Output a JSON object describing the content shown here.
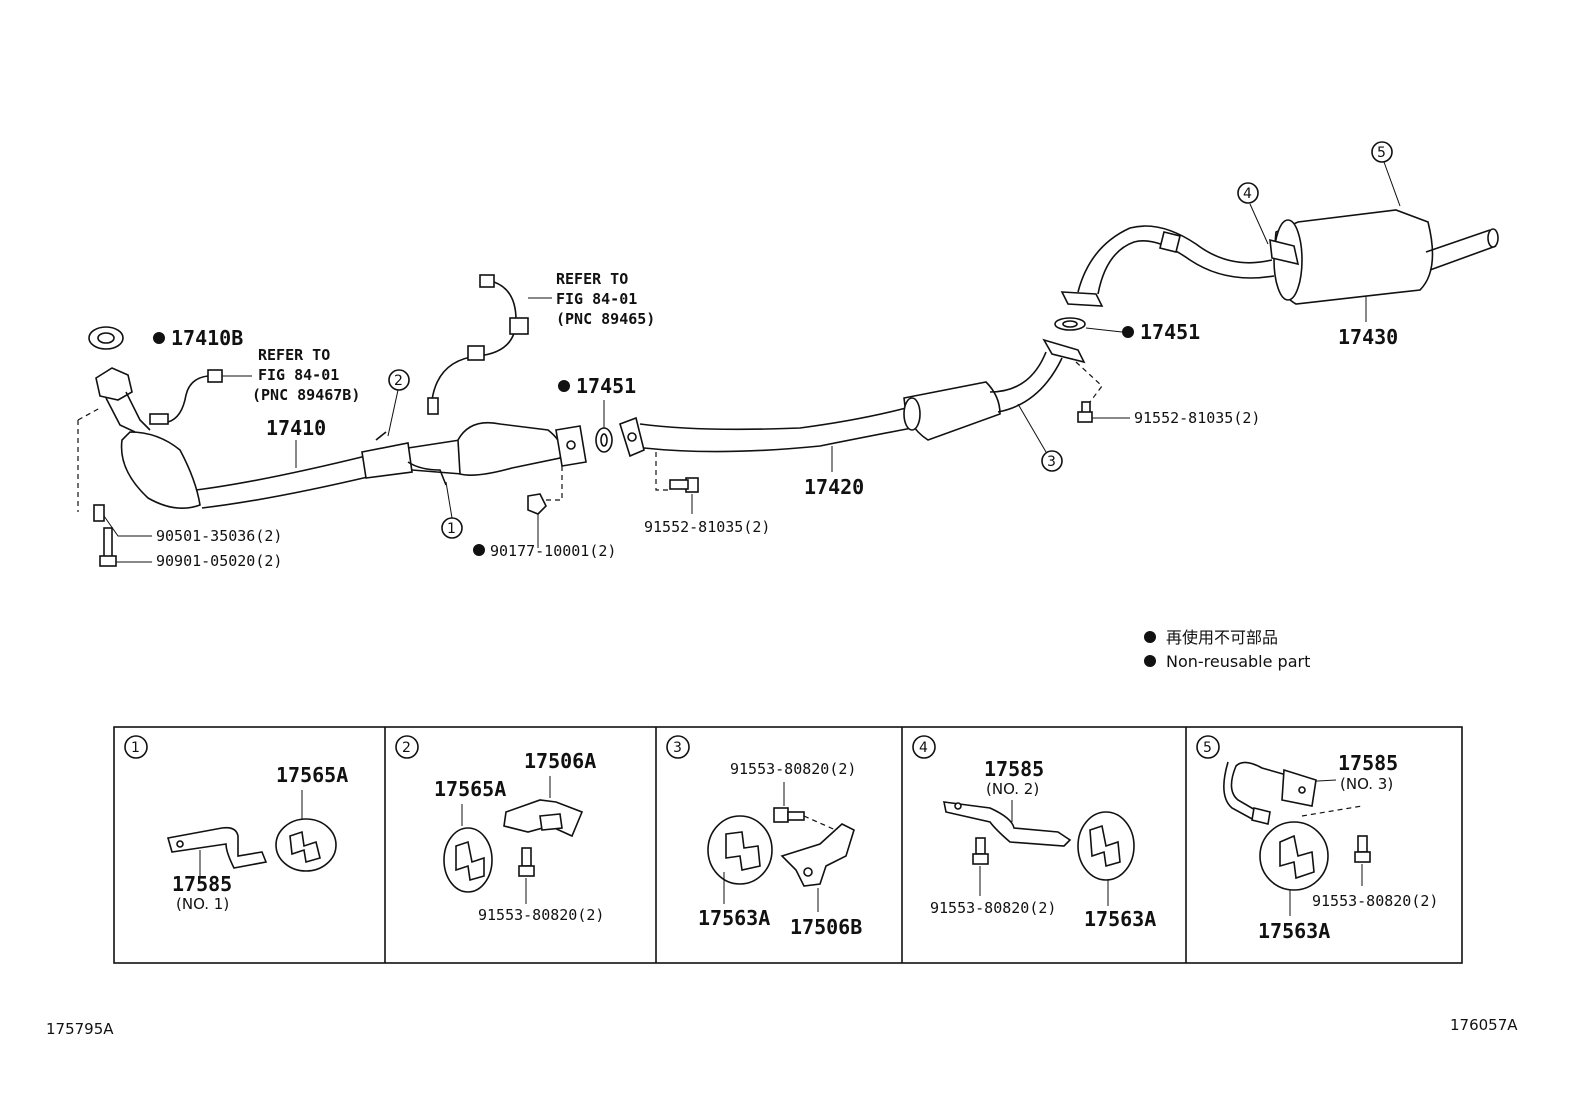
{
  "labels": {
    "p17410B": "17410B",
    "p17410": "17410",
    "p17451a": "17451",
    "p17451b": "17451",
    "p17420": "17420",
    "p17430": "17430",
    "p90501": "90501-35036(2)",
    "p90901": "90901-05020(2)",
    "p90177": "90177-10001(2)",
    "p91552a": "91552-81035(2)",
    "p91552b": "91552-81035(2)"
  },
  "refs": {
    "sensor_front": {
      "line1": "REFER TO",
      "line2": "FIG 84-01",
      "line3": "(PNC 89467B)"
    },
    "sensor_rear": {
      "line1": "REFER TO",
      "line2": "FIG 84-01",
      "line3": "(PNC 89465)"
    }
  },
  "callouts": [
    "1",
    "2",
    "3",
    "4",
    "5"
  ],
  "legend": {
    "jp": "再使用不可部品",
    "en": "Non-reusable part"
  },
  "panels": [
    {
      "num": "1",
      "a": "17565A",
      "b": "17585",
      "b_sub": "(NO. 1)"
    },
    {
      "num": "2",
      "a": "17565A",
      "b": "17506A",
      "c": "91553-80820(2)"
    },
    {
      "num": "3",
      "a": "91553-80820(2)",
      "b": "17563A",
      "c": "17506B"
    },
    {
      "num": "4",
      "a": "17585",
      "a_sub": "(NO. 2)",
      "b": "91553-80820(2)",
      "c": "17563A"
    },
    {
      "num": "5",
      "a": "17585",
      "a_sub": "(NO. 3)",
      "b": "91553-80820(2)",
      "c": "17563A"
    }
  ],
  "footer": {
    "left_code": "175795A",
    "right_code": "176057A"
  }
}
